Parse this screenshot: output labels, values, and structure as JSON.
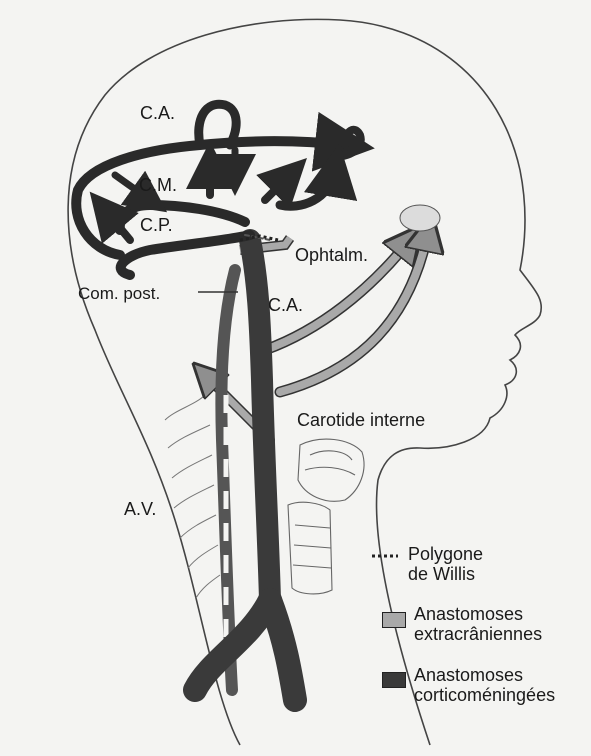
{
  "labels": {
    "ca_top": "C.A.",
    "cm": "C.M.",
    "cp": "C.P.",
    "ophtalm": "Ophtalm.",
    "com_post": "Com. post.",
    "ca_mid": "C.A.",
    "carotide_interne": "Carotide interne",
    "av": "A.V."
  },
  "legend": {
    "willis_line1": "Polygone",
    "willis_line2": "de Willis",
    "extra_line1": "Anastomoses",
    "extra_line2": "extracrâniennes",
    "cortico_line1": "Anastomoses",
    "cortico_line2": "corticoméningées",
    "colors": {
      "extracraniennes": "#a9a9a9",
      "corticomeningees": "#3a3a3a"
    }
  }
}
